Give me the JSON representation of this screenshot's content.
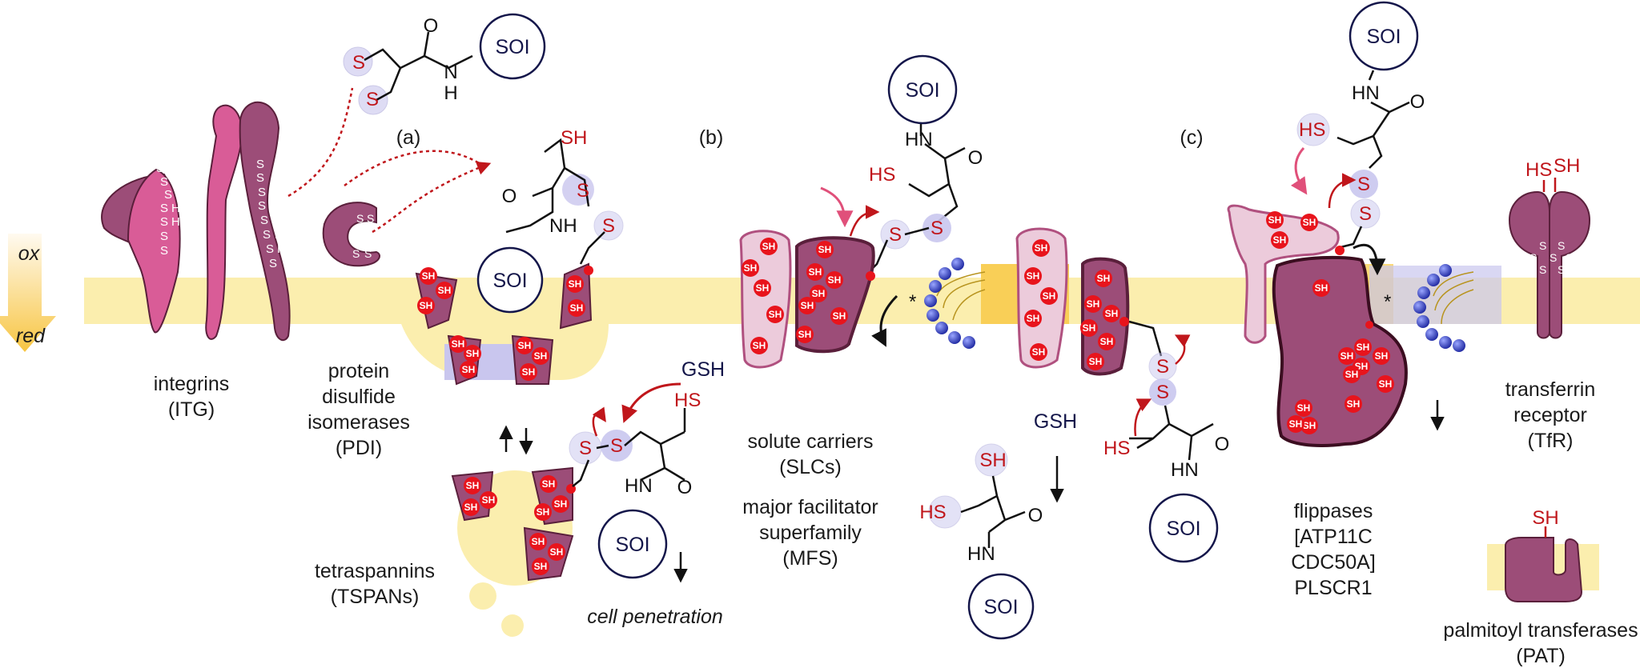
{
  "labels": {
    "ox": "ox",
    "red": "red",
    "panel_a": "(a)",
    "panel_b": "(b)",
    "panel_c": "(c)",
    "integrins_1": "integrins",
    "integrins_2": "(ITG)",
    "pdi_1": "protein",
    "pdi_2": "disulfide",
    "pdi_3": "isomerases",
    "pdi_4": "(PDI)",
    "tspan_1": "tetraspannins",
    "tspan_2": "(TSPANs)",
    "cell_penetration": "cell penetration",
    "slc_1": "solute carriers",
    "slc_2": "(SLCs)",
    "mfs_1": "major facilitator",
    "mfs_2": "superfamily",
    "mfs_3": "(MFS)",
    "flip_1": "flippases",
    "flip_2": "[ATP11C",
    "flip_3": "CDC50A]",
    "flip_4": "PLSCR1",
    "tfr_1": "transferrin",
    "tfr_2": "receptor",
    "tfr_3": "(TfR)",
    "pat_1": "palmitoyl transferases",
    "pat_2": "(PAT)"
  },
  "chem": {
    "soi": "SOI",
    "gsh": "GSH",
    "sh": "SH",
    "hs": "HS",
    "s": "S",
    "h": "H",
    "o": "O",
    "n": "N",
    "nh": "NH",
    "hn": "HN",
    "asterisk": "*"
  },
  "colors": {
    "membrane": "#fbeeae",
    "membrane_dark": "#f9cf57",
    "protein_dark": "#9c4d78",
    "protein_pink": "#d95c97",
    "protein_light": "#eccbdb",
    "sh_red": "#e8141c",
    "soi_navy": "#14164a",
    "lavender": "#c9c6ee",
    "bead_blue": "#3240c2"
  }
}
